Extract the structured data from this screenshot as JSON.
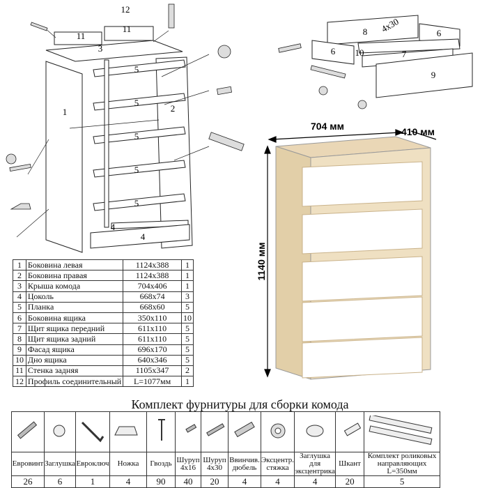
{
  "labels": {
    "exploded": [
      "1",
      "2",
      "3",
      "4",
      "4",
      "5",
      "5",
      "5",
      "5",
      "5",
      "11",
      "11",
      "12"
    ],
    "drawer": [
      "8",
      "6",
      "6",
      "7",
      "9",
      "10"
    ],
    "screw": "4x30"
  },
  "dimensions": {
    "width": "704 мм",
    "depth": "410 мм",
    "height": "1140 мм"
  },
  "parts": [
    {
      "n": "1",
      "name": "Боковина левая",
      "size": "1124x388",
      "qty": "1"
    },
    {
      "n": "2",
      "name": "Боковина правая",
      "size": "1124x388",
      "qty": "1"
    },
    {
      "n": "3",
      "name": "Крыша комода",
      "size": "704x406",
      "qty": "1"
    },
    {
      "n": "4",
      "name": "Цоколь",
      "size": "668x74",
      "qty": "3"
    },
    {
      "n": "5",
      "name": "Планка",
      "size": "668x60",
      "qty": "5"
    },
    {
      "n": "6",
      "name": "Боковина ящика",
      "size": "350x110",
      "qty": "10"
    },
    {
      "n": "7",
      "name": "Щит ящика передний",
      "size": "611x110",
      "qty": "5"
    },
    {
      "n": "8",
      "name": "Щит ящика задний",
      "size": "611x110",
      "qty": "5"
    },
    {
      "n": "9",
      "name": "Фасад ящика",
      "size": "696x170",
      "qty": "5"
    },
    {
      "n": "10",
      "name": "Дно ящика",
      "size": "640x346",
      "qty": "5"
    },
    {
      "n": "11",
      "name": "Стенка задняя",
      "size": "1105x347",
      "qty": "2"
    },
    {
      "n": "12",
      "name": "Профиль соединительный",
      "size": "L=1077мм",
      "qty": "1"
    }
  ],
  "hardware_title": "Комплект фурнитуры для сборки комода",
  "hardware": [
    {
      "label": "Евровинт",
      "count": "26",
      "icon": "eurovint-screw-icon"
    },
    {
      "label": "Заглушка",
      "count": "6",
      "icon": "cap-icon"
    },
    {
      "label": "Еврoключ",
      "count": "1",
      "icon": "hex-key-icon"
    },
    {
      "label": "Ножка",
      "count": "4",
      "icon": "foot-icon"
    },
    {
      "label": "Гвоздь",
      "count": "90",
      "icon": "nail-icon"
    },
    {
      "label": "Шуруп 4x16",
      "count": "40",
      "icon": "screw-small-icon"
    },
    {
      "label": "Шуруп 4x30",
      "count": "20",
      "icon": "screw-long-icon"
    },
    {
      "label": "Ввинчив. дюбель",
      "count": "4",
      "icon": "dowel-icon"
    },
    {
      "label": "Эксцентр. стяжка",
      "count": "4",
      "icon": "cam-lock-icon"
    },
    {
      "label": "Заглушка для эксцентрика",
      "count": "4",
      "icon": "cam-cap-icon"
    },
    {
      "label": "Шкант",
      "count": "20",
      "icon": "wood-dowel-icon"
    },
    {
      "label": "Комплект роликовых направляющих L=350мм",
      "count": "5",
      "icon": "drawer-runner-icon"
    }
  ]
}
